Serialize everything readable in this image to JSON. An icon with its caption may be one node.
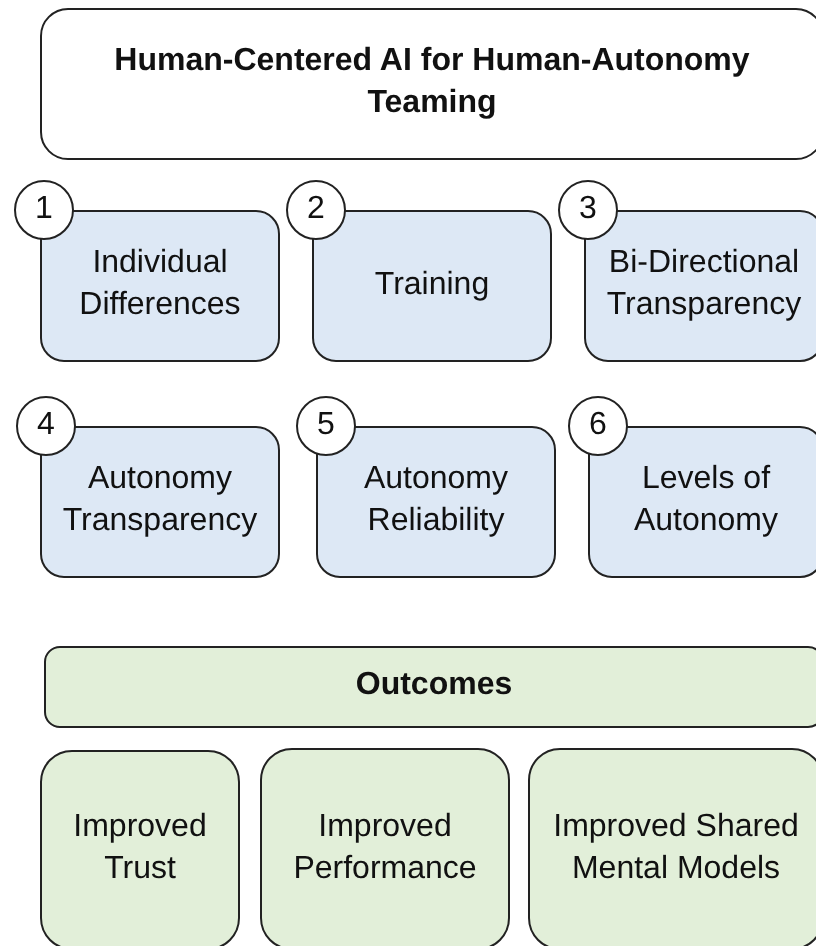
{
  "diagram": {
    "nodes": [
      {
        "text": [
          "Human-Centered AI for Human-Autonomy Teaming"
        ]
      },
      {
        "text": [
          "1"
        ]
      },
      {
        "text": [
          "Individual Differences"
        ]
      },
      {
        "text": [
          "2"
        ]
      },
      {
        "text": [
          "Training"
        ]
      },
      {
        "text": [
          "3"
        ]
      },
      {
        "text": [
          "Bi-Directional Transparency"
        ]
      },
      {
        "text": [
          "4"
        ]
      },
      {
        "text": [
          "Autonomy Transparency"
        ]
      },
      {
        "text": [
          "5"
        ]
      },
      {
        "text": [
          "Autonomy Reliability"
        ]
      },
      {
        "text": [
          "6"
        ]
      },
      {
        "text": [
          "Levels of Autonomy"
        ]
      },
      {
        "text": [
          "Outcomes"
        ]
      },
      {
        "text": [
          "Improved Trust"
        ]
      },
      {
        "text": [
          "Improved Performance"
        ]
      },
      {
        "text": [
          "Improved Shared Mental Models"
        ]
      }
    ]
  }
}
